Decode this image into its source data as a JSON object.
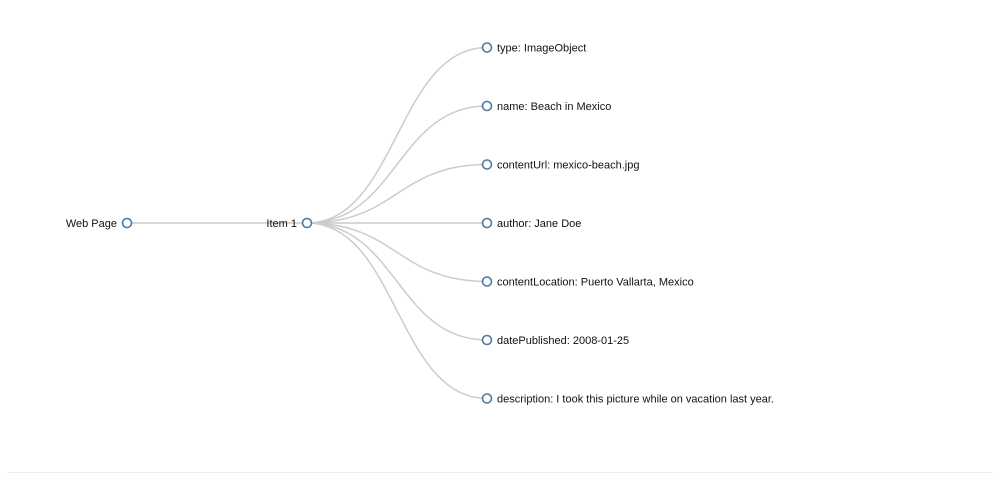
{
  "tree": {
    "root": {
      "id": "web-page",
      "label": "Web Page",
      "children": [
        {
          "id": "item-1",
          "label": "Item 1",
          "children": [
            {
              "id": "type",
              "label": "type: ImageObject"
            },
            {
              "id": "name",
              "label": "name: Beach in Mexico"
            },
            {
              "id": "content-url",
              "label": "contentUrl: mexico-beach.jpg"
            },
            {
              "id": "author",
              "label": "author: Jane Doe"
            },
            {
              "id": "content-location",
              "label": "contentLocation: Puerto Vallarta, Mexico"
            },
            {
              "id": "date-published",
              "label": "datePublished: 2008-01-25"
            },
            {
              "id": "description",
              "label": "description: I took this picture while on vacation last year."
            }
          ]
        }
      ]
    }
  },
  "colors": {
    "link": "#cccccc",
    "node_stroke": "#4b7aa3",
    "node_fill": "#ffffff",
    "text": "#111111"
  }
}
